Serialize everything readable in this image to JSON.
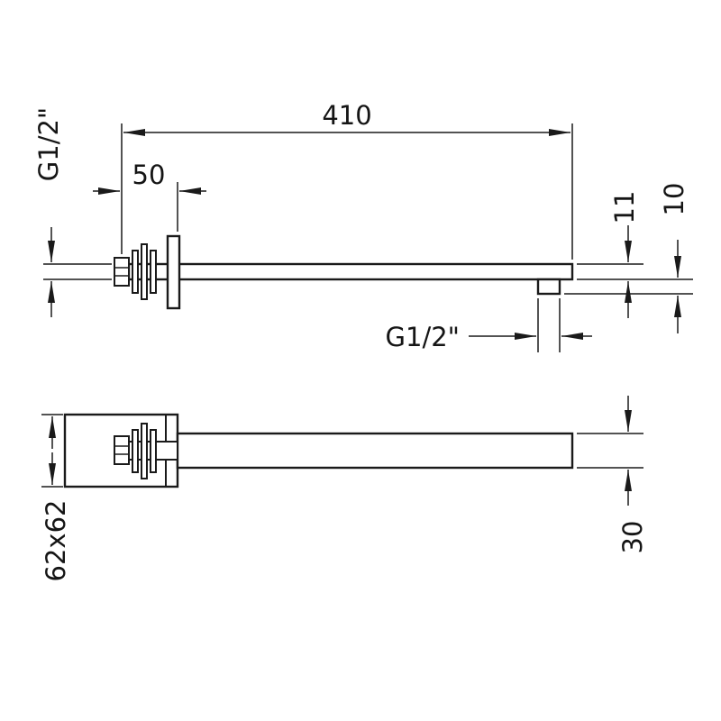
{
  "top_view": {
    "overall_length": "410",
    "plate_offset": "50",
    "inlet_thread_label": "G1/2\"",
    "outlet_thread_label": "G1/2\"",
    "arm_thickness": "11",
    "outlet_drop": "10"
  },
  "plan_view": {
    "plate_size": "62x62",
    "arm_width": "30"
  }
}
